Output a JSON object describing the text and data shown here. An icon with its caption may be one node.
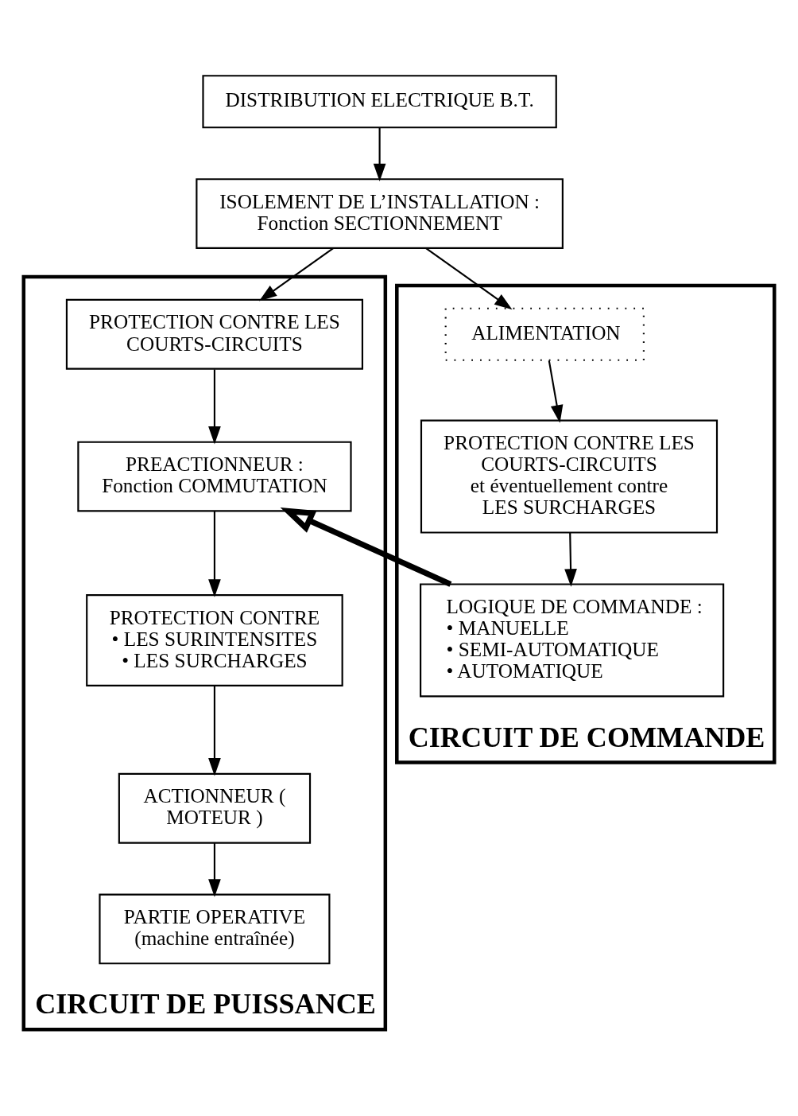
{
  "diagram": {
    "nodes": [
      {
        "text": [
          "DISTRIBUTION ELECTRIQUE B.T."
        ]
      },
      {
        "text": [
          "ISOLEMENT DE L’INSTALLATION : Fonction SECTIONNEMENT"
        ]
      },
      {
        "text": [
          "CIRCUIT DE PUISSANCE"
        ]
      },
      {
        "text": [
          "PROTECTION CONTRE LES COURTS-CIRCUITS"
        ],
        "in": 2
      },
      {
        "text": [
          "PREACTIONNEUR : Fonction COMMUTATION"
        ],
        "in": 2
      },
      {
        "text": [
          "PROTECTION CONTRE",
          "• LES SURINTENSITES",
          "• LES SURCHARGES"
        ],
        "in": 2
      },
      {
        "text": [
          "ACTIONNEUR ( MOTEUR )"
        ],
        "in": 2
      },
      {
        "text": [
          "PARTIE OPERATIVE (machine entraînée)"
        ],
        "in": 2
      },
      {
        "text": [
          "CIRCUIT DE COMMANDE"
        ]
      },
      {
        "text": [
          "ALIMENTATION"
        ],
        "in": 8
      },
      {
        "text": [
          "PROTECTION CONTRE LES COURTS-CIRCUITS",
          "et éventuellement contre",
          "LES SURCHARGES"
        ],
        "in": 8
      },
      {
        "text": [
          "LOGIQUE DE COMMANDE :",
          "• MANUELLE",
          "• SEMI-AUTOMATIQUE",
          "• AUTOMATIQUE"
        ],
        "in": 8
      }
    ],
    "edges": [
      {
        "from": 0,
        "to": 1,
        "arrow": "to"
      },
      {
        "from": 1,
        "to": 3,
        "arrow": "to"
      },
      {
        "from": 1,
        "to": 9,
        "arrow": "to"
      },
      {
        "from": 9,
        "to": 10,
        "arrow": "to"
      },
      {
        "from": 10,
        "to": 11,
        "arrow": "to"
      },
      {
        "from": 3,
        "to": 4,
        "arrow": "to"
      },
      {
        "from": 11,
        "to": 4,
        "arrow": "to",
        "style": "thick"
      },
      {
        "from": 4,
        "to": 5,
        "arrow": "to"
      },
      {
        "from": 5,
        "to": 6,
        "arrow": "to"
      },
      {
        "from": 6,
        "to": 7,
        "arrow": "to"
      }
    ]
  }
}
